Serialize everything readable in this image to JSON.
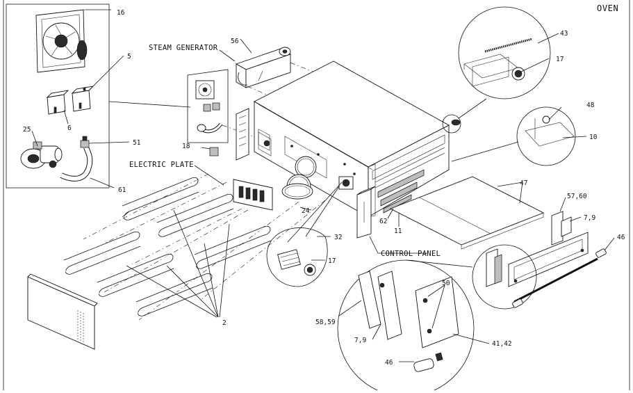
{
  "title": "OVEN",
  "captions": {
    "steam_generator": "STEAM GENERATOR",
    "electric_plate": "ELECTRIC PLATE",
    "control_panel": "CONTROL PANEL"
  },
  "callouts": {
    "c16": "16",
    "c5": "5",
    "c6": "6",
    "c25": "25",
    "c51": "51",
    "c61": "61",
    "c56": "56",
    "c18": "18",
    "c24": "24",
    "c32": "32",
    "c17a": "17",
    "c62": "62",
    "c11": "11",
    "c2": "2",
    "c43": "43",
    "c17b": "17",
    "c48": "48",
    "c10": "10",
    "c47": "47",
    "c5760": "57,60",
    "c79a": "7,9",
    "c46a": "46",
    "c50": "50",
    "c5859": "58,59",
    "c79b": "7,9",
    "c4142": "41,42",
    "c46b": "46"
  }
}
